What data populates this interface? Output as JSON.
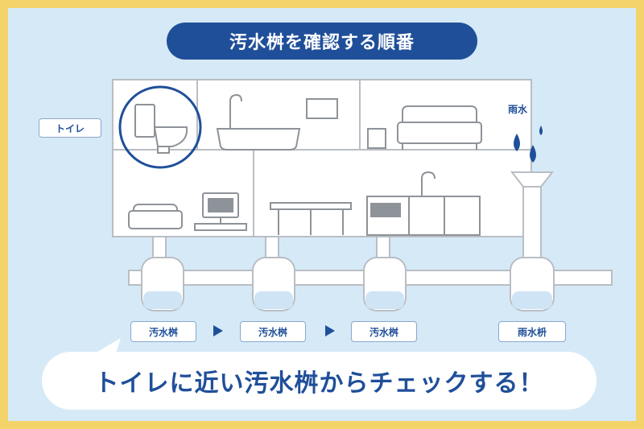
{
  "title": "汚水桝を確認する順番",
  "toilet_tag": "トイレ",
  "rain_label": "雨水",
  "basins": [
    {
      "label": "汚水桝"
    },
    {
      "label": "汚水桝"
    },
    {
      "label": "汚水桝"
    },
    {
      "label": "雨水枡"
    }
  ],
  "message": "トイレに近い汚水桝からチェックする！",
  "colors": {
    "navy": "#1f4f99",
    "frame": "#f3d36a",
    "background": "#d6e9f7",
    "line": "#b9bec4",
    "water": "#cfe4f5"
  }
}
